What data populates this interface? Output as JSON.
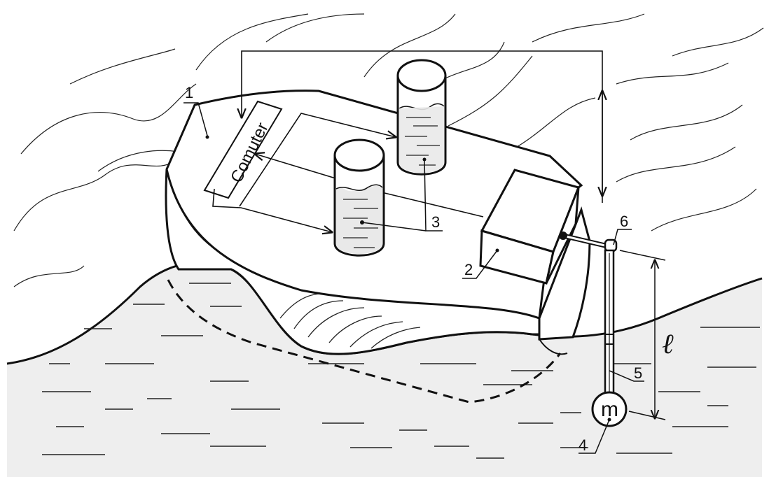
{
  "diagram": {
    "computer_label": "Comuter",
    "mass_label": "m",
    "length_label": "ℓ",
    "callouts": [
      "1",
      "2",
      "3",
      "4",
      "5",
      "6"
    ]
  },
  "colors": {
    "ink": "#111111",
    "water": "#eeeeee",
    "paper": "#ffffff"
  }
}
